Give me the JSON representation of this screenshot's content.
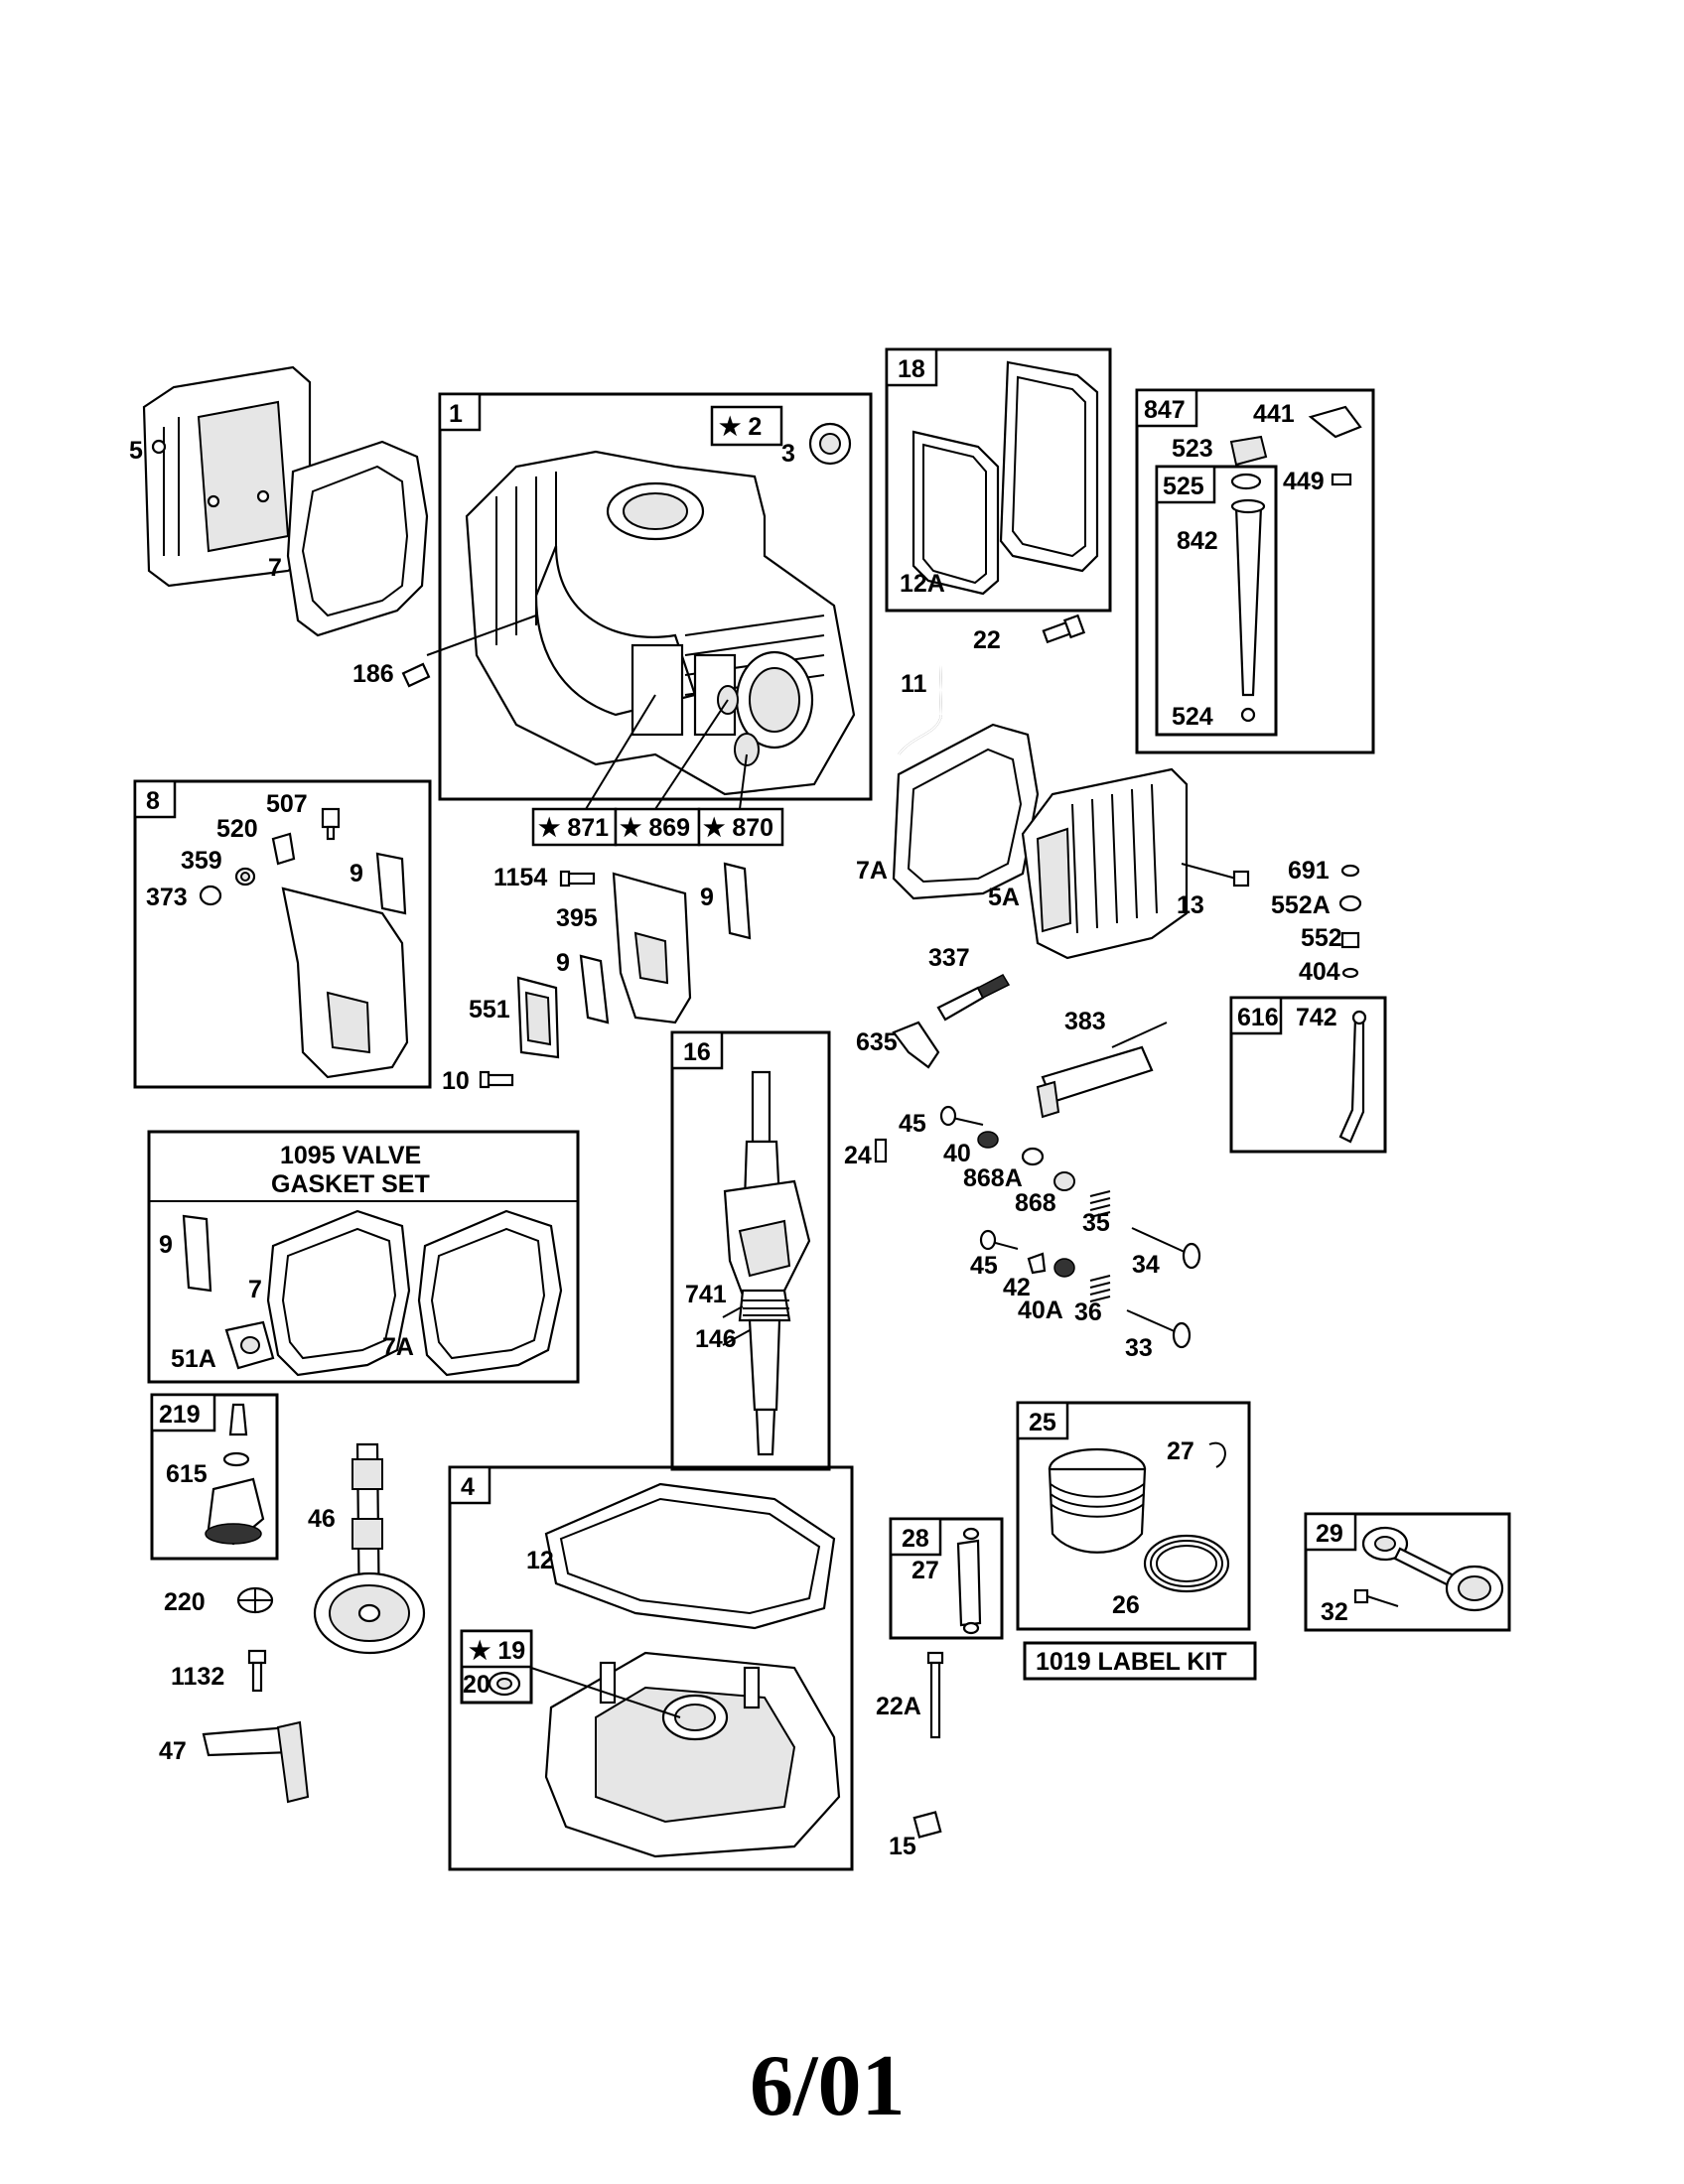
{
  "page": {
    "footer_text": "6/01"
  },
  "boxes": [
    {
      "id": "box-1",
      "num": "1"
    },
    {
      "id": "box-2",
      "num": "★ 2"
    },
    {
      "id": "box-18",
      "num": "18"
    },
    {
      "id": "box-847",
      "num": "847"
    },
    {
      "id": "box-525",
      "num": "525"
    },
    {
      "id": "box-8",
      "num": "8"
    },
    {
      "id": "box-871",
      "num": "★ 871"
    },
    {
      "id": "box-869",
      "num": "★ 869"
    },
    {
      "id": "box-870",
      "num": "★ 870"
    },
    {
      "id": "box-616",
      "num": "616"
    },
    {
      "id": "box-16",
      "num": "16"
    },
    {
      "id": "box-1095",
      "title_line1": "1095 VALVE",
      "title_line2": "GASKET SET"
    },
    {
      "id": "box-219",
      "num": "219"
    },
    {
      "id": "box-4",
      "num": "4"
    },
    {
      "id": "box-19",
      "num": "★ 19"
    },
    {
      "id": "box-25",
      "num": "25"
    },
    {
      "id": "box-28",
      "num": "28"
    },
    {
      "id": "box-29",
      "num": "29"
    },
    {
      "id": "box-1019",
      "label": "1019 LABEL KIT"
    }
  ],
  "labels": {
    "l5": "5",
    "l7": "7",
    "l3": "3",
    "l186": "186",
    "l12A": "12A",
    "l22": "22",
    "l441": "441",
    "l523": "523",
    "l449": "449",
    "l842": "842",
    "l524": "524",
    "l11": "11",
    "l507": "507",
    "l520": "520",
    "l359": "359",
    "l373": "373",
    "l9a": "9",
    "l1154": "1154",
    "l395": "395",
    "l9b": "9",
    "l9c": "9",
    "l551": "551",
    "l10": "10",
    "l7A": "7A",
    "l5A": "5A",
    "l13": "13",
    "l691": "691",
    "l552A": "552A",
    "l552": "552",
    "l404": "404",
    "l337": "337",
    "l635": "635",
    "l383": "383",
    "l742": "742",
    "l45a": "45",
    "l40": "40",
    "l24": "24",
    "l868A": "868A",
    "l868": "868",
    "l35": "35",
    "l34": "34",
    "l45b": "45",
    "l42": "42",
    "l40A": "40A",
    "l36": "36",
    "l33": "33",
    "l741": "741",
    "l146": "146",
    "l9d": "9",
    "l7b": "7",
    "l51A": "51A",
    "l7Ab": "7A",
    "l615": "615",
    "l46": "46",
    "l220": "220",
    "l1132": "1132",
    "l47": "47",
    "l12": "12",
    "l20": "20",
    "l27a": "27",
    "l27b": "27",
    "l26": "26",
    "l32": "32",
    "l22A": "22A",
    "l15": "15"
  },
  "colors": {
    "ink": "#000000",
    "paper": "#ffffff",
    "shade": "#e6e6e6"
  }
}
